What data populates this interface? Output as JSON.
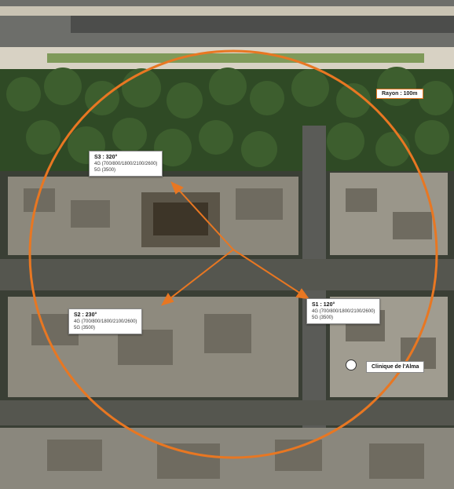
{
  "map": {
    "radius_label": "Rayon : 100m",
    "ring_color": "#e87722",
    "sectors": [
      {
        "id": "s3",
        "title": "S3 : 320°",
        "bands_4g": "4G (700/800/1800/2100/2600)",
        "band_5g": "5G (3500)"
      },
      {
        "id": "s2",
        "title": "S2 : 230°",
        "bands_4g": "4G (700/800/1800/2100/2600)",
        "band_5g": "5G (3500)"
      },
      {
        "id": "s1",
        "title": "S1 : 120°",
        "bands_4g": "4G (700/800/1800/2100/2600)",
        "band_5g": "5G (3500)"
      }
    ],
    "clinic_label": "Clinique de l'Alma"
  }
}
